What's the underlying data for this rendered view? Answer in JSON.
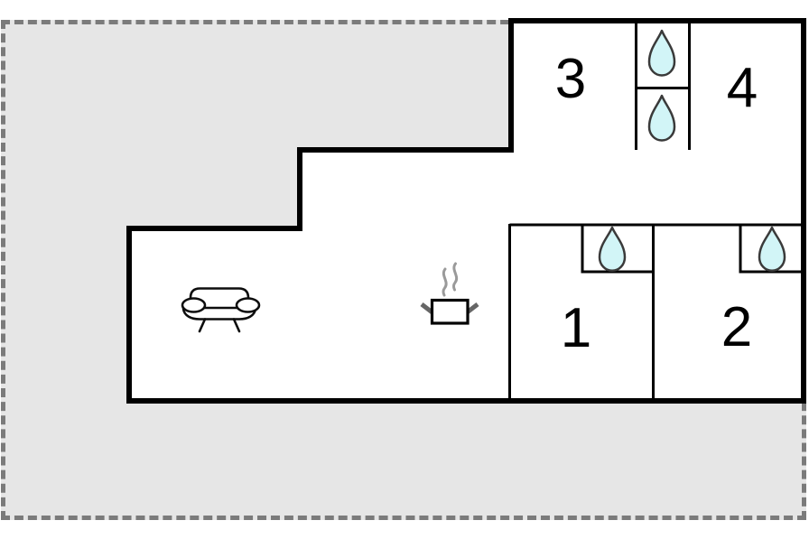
{
  "floorplan": {
    "rooms": [
      {
        "name": "room-1",
        "label": "1"
      },
      {
        "name": "room-2",
        "label": "2"
      },
      {
        "name": "room-3",
        "label": "3"
      },
      {
        "name": "room-4",
        "label": "4"
      }
    ],
    "icons": [
      {
        "name": "water-drop-icon",
        "count": 4
      },
      {
        "name": "sofa-icon",
        "count": 1
      },
      {
        "name": "cooking-pot-icon",
        "count": 1
      }
    ],
    "colors": {
      "exterior_fill": "#e6e6e6",
      "interior_fill": "#ffffff",
      "wall": "#000000",
      "boundary_dash": "#7b7b7b",
      "water_drop_fill": "#d2f5f7",
      "water_drop_stroke": "#3a3a3a",
      "steam": "#9a9a9a",
      "pot_handle": "#666666"
    }
  }
}
